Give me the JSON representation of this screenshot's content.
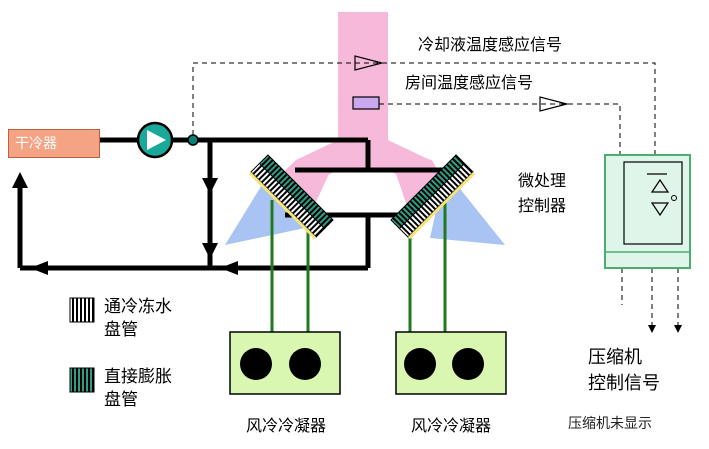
{
  "labels": {
    "temp_coolant_signal": "冷却液温度感应信号",
    "room_temp_signal": "房间温度感应信号",
    "dry_cooler": "干冷器",
    "microprocessor_line1": "微处理",
    "microprocessor_line2": "控制器",
    "compressor_line1": "压缩机",
    "compressor_line2": "控制信号",
    "condenser_left": "风冷冷凝器",
    "condenser_right": "风冷冷凝器",
    "legend_chilled_line1": "通冷冻水",
    "legend_chilled_line2": "盘管",
    "legend_dx_line1": "直接膨胀",
    "legend_dx_line2": "盘管",
    "watermark": "压缩机未显示"
  },
  "colors": {
    "airflow_pink": "#f7b9da",
    "cold_air_blue": "#a9c4f2",
    "condenser_fill": "#d9f7b0",
    "refrigerant_green": "#1f7a1f",
    "dx_coil_teal": "#2f9e86",
    "controller_green": "#dff5ea",
    "controller_border": "#4cae6e",
    "sensor_purple": "#c9a8f0",
    "dry_cooler_fill": "#f4a484",
    "pump_teal": "#19a89a"
  }
}
